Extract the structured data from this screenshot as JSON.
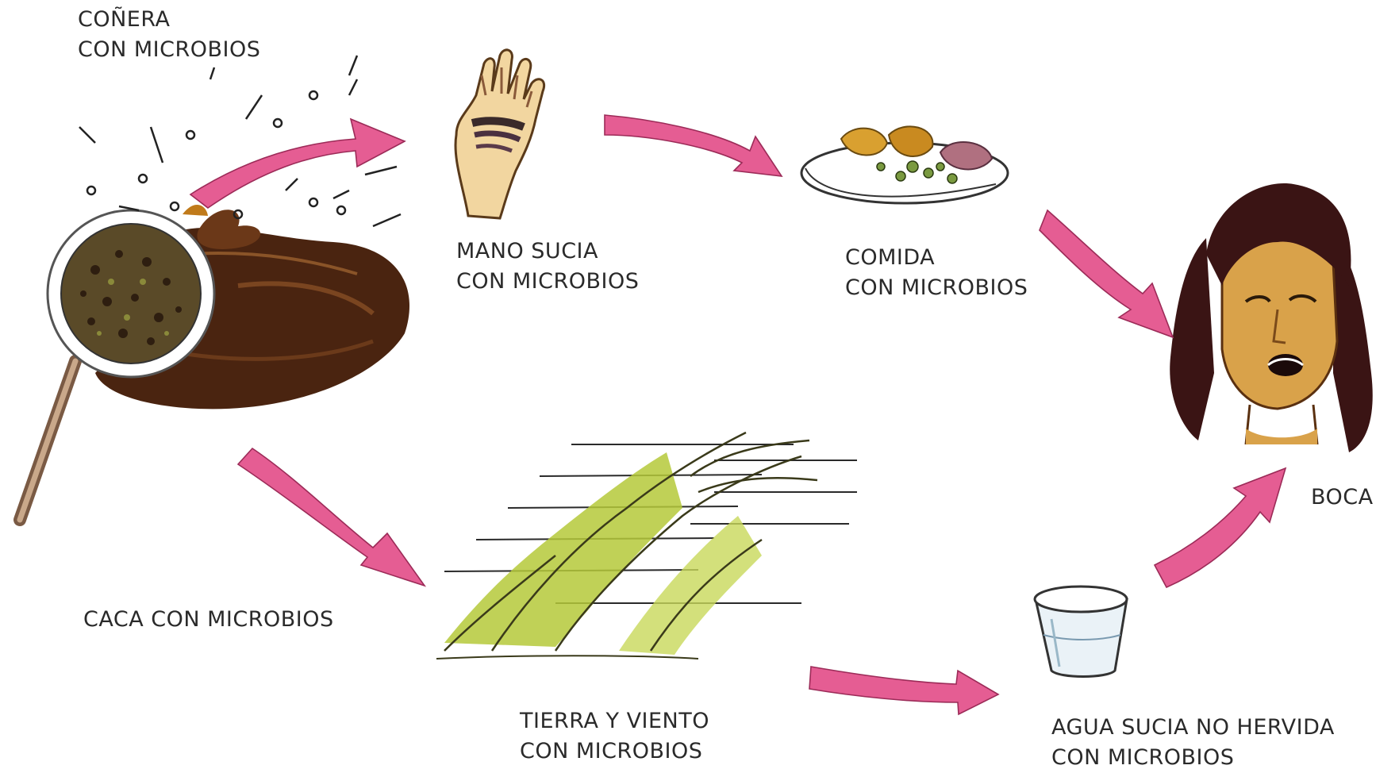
{
  "colors": {
    "arrow": "#e55d93",
    "arrow_edge": "#9c2b58",
    "feces": "#4a2410",
    "hair": "#3a1414",
    "skin": "#d9a24a",
    "grass": "#b5c93a",
    "ink": "#2a2a2a"
  },
  "nodes": {
    "flies": {
      "line1": "COÑERA",
      "line2": "CON MICROBIOS",
      "icon": "flies-icon"
    },
    "feces": {
      "line1": "CACA CON MICROBIOS",
      "icon": "feces-magnifier-icon"
    },
    "hand": {
      "line1": "MANO SUCIA",
      "line2": "CON MICROBIOS",
      "icon": "dirty-hand-icon"
    },
    "food": {
      "line1": "COMIDA",
      "line2": "CON MICROBIOS",
      "icon": "food-plate-icon"
    },
    "mouth": {
      "line1": "BOCA",
      "icon": "face-icon"
    },
    "wind": {
      "line1": "TIERRA Y VIENTO",
      "line2": "CON MICROBIOS",
      "icon": "wind-grass-icon"
    },
    "water": {
      "line1": "AGUA SUCIA NO HERVIDA",
      "line2": "CON MICROBIOS",
      "icon": "water-glass-icon"
    }
  },
  "flows": [
    {
      "from": "feces",
      "to": "hand"
    },
    {
      "from": "hand",
      "to": "food"
    },
    {
      "from": "food",
      "to": "mouth"
    },
    {
      "from": "feces",
      "to": "wind"
    },
    {
      "from": "wind",
      "to": "water"
    },
    {
      "from": "water",
      "to": "mouth"
    }
  ]
}
